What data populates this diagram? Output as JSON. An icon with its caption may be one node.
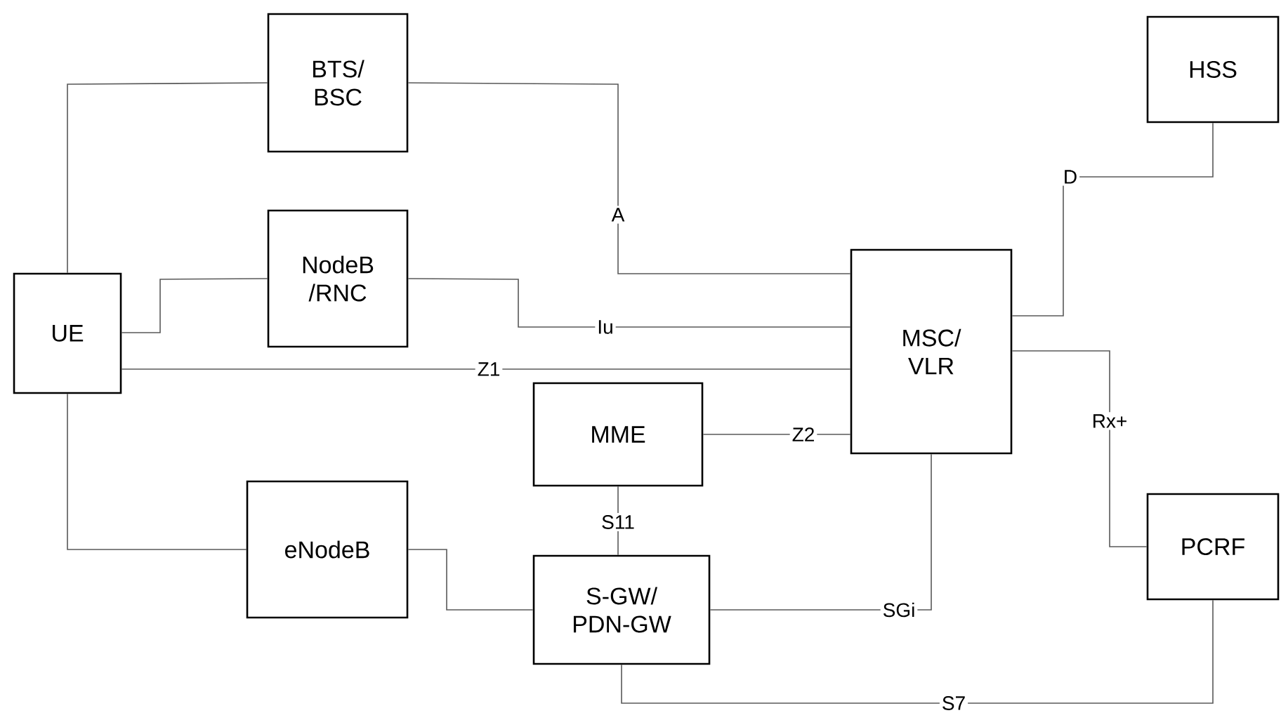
{
  "diagram": {
    "nodes": [
      {
        "text": [
          "BTS/ BSC"
        ]
      },
      {
        "text": [
          "HSS"
        ]
      },
      {
        "text": [
          "NodeB /RNC"
        ]
      },
      {
        "text": [
          "UE"
        ]
      },
      {
        "text": [
          "MSC/ VLR"
        ]
      },
      {
        "text": [
          "MME"
        ]
      },
      {
        "text": [
          "eNodeB"
        ]
      },
      {
        "text": [
          "S-GW/ PDN-GW"
        ]
      },
      {
        "text": [
          "PCRF"
        ]
      }
    ],
    "edges": [
      {
        "from": 3,
        "to": 0,
        "arrow": "none"
      },
      {
        "from": 0,
        "to": 4,
        "arrow": "none",
        "label": "A"
      },
      {
        "from": 3,
        "to": 2,
        "arrow": "none"
      },
      {
        "from": 2,
        "to": 4,
        "arrow": "none",
        "label": "Iu"
      },
      {
        "from": 3,
        "to": 4,
        "arrow": "none",
        "label": "Z1"
      },
      {
        "from": 4,
        "to": 1,
        "arrow": "none",
        "label": "D"
      },
      {
        "from": 4,
        "to": 8,
        "arrow": "none",
        "label": "Rx+"
      },
      {
        "from": 3,
        "to": 6,
        "arrow": "none"
      },
      {
        "from": 5,
        "to": 4,
        "arrow": "none",
        "label": "Z2"
      },
      {
        "from": 5,
        "to": 7,
        "arrow": "none",
        "label": "S11"
      },
      {
        "from": 6,
        "to": 7,
        "arrow": "none"
      },
      {
        "from": 7,
        "to": 4,
        "arrow": "none",
        "label": "SGi"
      },
      {
        "from": 7,
        "to": 8,
        "arrow": "none",
        "label": "S7"
      }
    ]
  }
}
